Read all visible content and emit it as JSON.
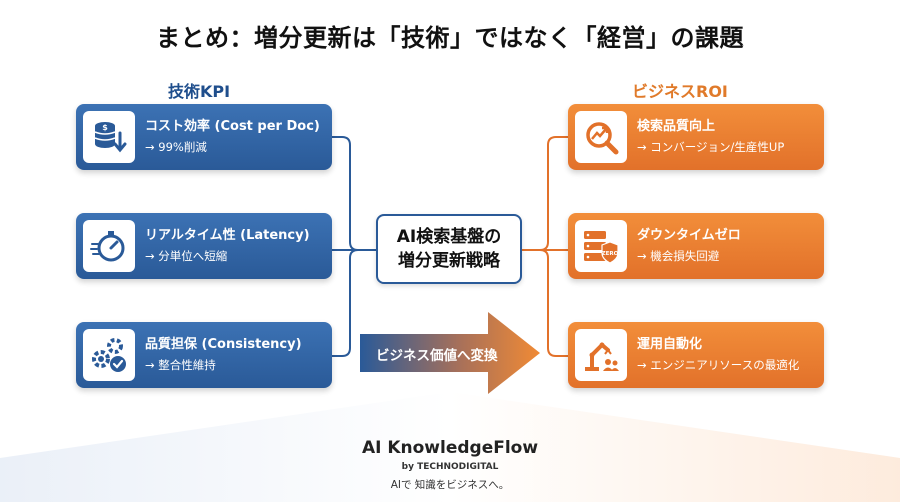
{
  "title": "まとめ：増分更新は「技術」ではなく「経営」の課題",
  "left_heading": "技術KPI",
  "right_heading": "ビジネスROI",
  "left_cards": [
    {
      "main": "コスト効率 (Cost per Doc)",
      "sub": "→ 99%削減",
      "icon": "coin-stack-down-icon"
    },
    {
      "main": "リアルタイム性 (Latency)",
      "sub": "→ 分単位へ短縮",
      "icon": "stopwatch-icon"
    },
    {
      "main": "品質担保 (Consistency)",
      "sub": "→ 整合性維持",
      "icon": "gears-check-icon"
    }
  ],
  "right_cards": [
    {
      "main": "検索品質向上",
      "sub": "→ コンバージョン/生産性UP",
      "icon": "magnifier-growth-icon"
    },
    {
      "main": "ダウンタイムゼロ",
      "sub": "→ 機会損失回避",
      "icon": "server-shield-zero-icon",
      "badge": "ZERO"
    },
    {
      "main": "運用自動化",
      "sub": "→ エンジニアリソースの最適化",
      "icon": "robot-arm-icon"
    }
  ],
  "center": {
    "line1": "AI検索基盤の",
    "line2": "増分更新戦略"
  },
  "arrow_label": "ビジネス価値へ変換",
  "footer": {
    "brand": "AI KnowledgeFlow",
    "by": "by TECHNODIGITAL",
    "tagline": "AIで 知識をビジネスへ。"
  },
  "colors": {
    "blue": "#2a5a98",
    "orange": "#e2712a"
  }
}
